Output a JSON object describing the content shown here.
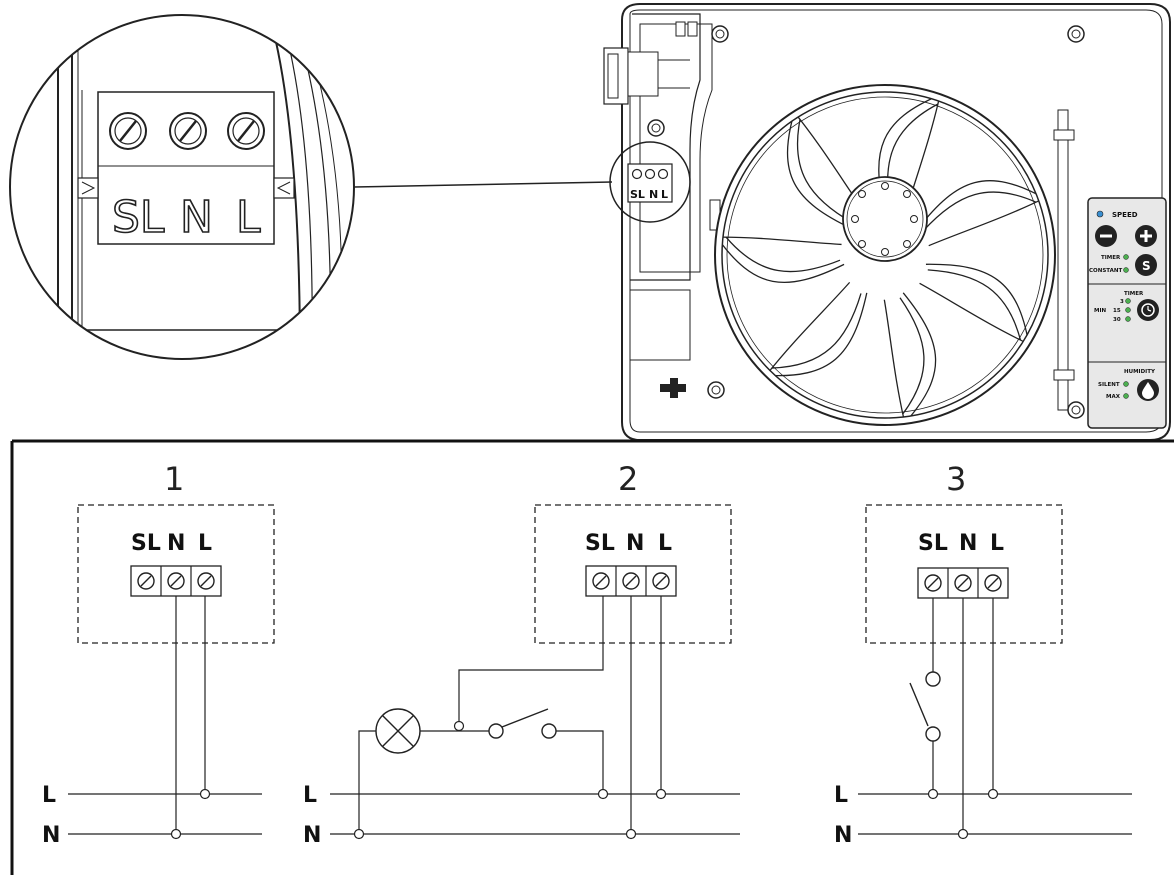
{
  "zoom": {
    "labels": [
      "SL",
      "N",
      "L"
    ]
  },
  "unit": {
    "terminal_labels": [
      "SL",
      "N",
      "L"
    ],
    "panel": {
      "speed_label": "SPEED",
      "timer_label": "TIMER",
      "constant_label": "CONSTANT",
      "s_button": "S",
      "timer_section_label": "TIMER",
      "timer_options": [
        "3",
        "15",
        "30"
      ],
      "min_label": "MIN",
      "humidity_label": "HUMIDITY",
      "silent_label": "SILENT",
      "max_label": "MAX"
    }
  },
  "diagrams": [
    {
      "number": "1",
      "terminals": [
        "SL",
        "N",
        "L"
      ],
      "line_l": "L",
      "line_n": "N"
    },
    {
      "number": "2",
      "terminals": [
        "SL",
        "N",
        "L"
      ],
      "line_l": "L",
      "line_n": "N"
    },
    {
      "number": "3",
      "terminals": [
        "SL",
        "N",
        "L"
      ],
      "line_l": "L",
      "line_n": "N"
    }
  ]
}
